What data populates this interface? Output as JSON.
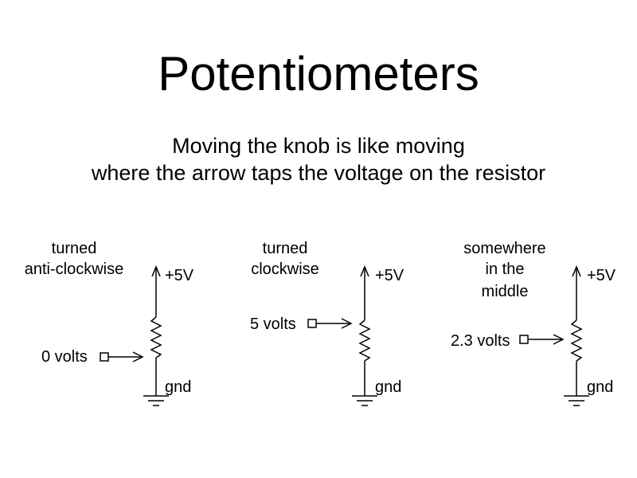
{
  "title": "Potentiometers",
  "subtitle": {
    "line1": "Moving the knob is like moving",
    "line2": "where the arrow taps the voltage on the resistor"
  },
  "panels": [
    {
      "caption": [
        "turned",
        "anti-clockwise"
      ],
      "supply": "+5V",
      "ground": "gnd",
      "tap_label": "0 volts",
      "tap_position": 0.0
    },
    {
      "caption": [
        "turned",
        "clockwise"
      ],
      "supply": "+5V",
      "ground": "gnd",
      "tap_label": "5 volts",
      "tap_position": 1.0
    },
    {
      "caption": [
        "somewhere",
        "in the",
        "middle"
      ],
      "supply": "+5V",
      "ground": "gnd",
      "tap_label": "2.3 volts",
      "tap_position": 0.46
    }
  ]
}
